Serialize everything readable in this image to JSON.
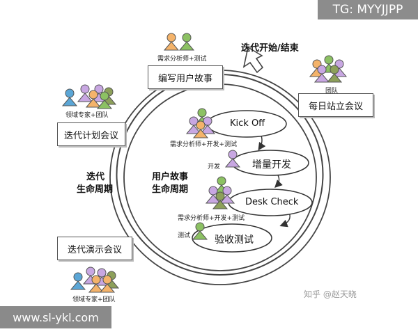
{
  "watermark_top": "TG: MYYJJPP",
  "watermark_bottom": "www.sl-ykl.com",
  "credit": "知乎 @赵天晓",
  "iteration_start_end": "迭代开始/结束",
  "outer_cycle": [
    "迭代",
    "生命周期"
  ],
  "inner_cycle": [
    "用户故事",
    "生命周期"
  ],
  "boxes": {
    "write_story": "编写用户故事",
    "daily_standup": "每日站立会议",
    "planning": "迭代计划会议",
    "demo": "迭代演示会议"
  },
  "roles": {
    "ba_test_top": "需求分析师+测试",
    "team": "团队",
    "domain_team_top": "领域专家+团队",
    "domain_team_bottom": "领域专家+团队",
    "ba_dev_test_kickoff": "需求分析师+开发+测试",
    "dev": "开发",
    "ba_dev_test_desk": "需求分析师+开发+测试",
    "test": "测试"
  },
  "steps": [
    "Kick Off",
    "增量开发",
    "Desk Check",
    "验收测试"
  ],
  "colors": {
    "green": "#8cc163",
    "purple": "#c8a7e2",
    "blue": "#5ba6d6",
    "orange": "#f4b36a",
    "olive": "#8da05a",
    "outline": "#555555"
  }
}
